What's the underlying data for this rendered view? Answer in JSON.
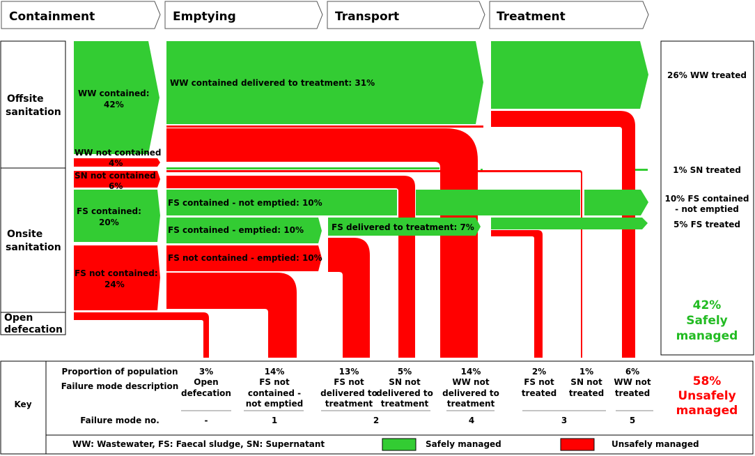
{
  "colors": {
    "safe": "#33cc33",
    "unsafe": "#ff0000",
    "safe_text": "#22bb22"
  },
  "stages": [
    "Containment",
    "Emptying",
    "Transport",
    "Treatment"
  ],
  "categories": {
    "offsite": [
      "Offsite",
      "sanitation"
    ],
    "onsite": [
      "Onsite",
      "sanitation"
    ],
    "open": [
      "Open",
      "defecation"
    ]
  },
  "flows": {
    "ww_contained": [
      "WW contained:",
      "42%"
    ],
    "ww_not_contained": [
      "WW not contained",
      "4%"
    ],
    "sn_not_contained": [
      "SN not contained",
      "6%"
    ],
    "fs_contained": [
      "FS contained:",
      "20%"
    ],
    "fs_not_contained": [
      "FS not contained:",
      "24%"
    ],
    "ww_delivered": "WW contained delivered to treatment: 31%",
    "fs_not_emptied": "FS contained - not emptied: 10%",
    "fs_emptied": "FS contained - emptied: 10%",
    "fs_nc_emptied": "FS not contained - emptied: 10%",
    "fs_delivered": "FS delivered to treatment: 7%"
  },
  "outcomes": {
    "ww_treated": "26% WW treated",
    "sn_treated": "1% SN treated",
    "fs_not_emptied": [
      "10% FS contained",
      "- not emptied"
    ],
    "fs_treated": "5% FS treated",
    "safely": [
      "42%",
      "Safely",
      "managed"
    ],
    "unsafely": [
      "58%",
      "Unsafely",
      "managed"
    ]
  },
  "key": {
    "title": "Key",
    "row1": "Proportion of population",
    "row2": "Failure mode description",
    "row3": "Failure mode no.",
    "columns": [
      {
        "pct": "3%",
        "desc": [
          "Open",
          "defecation"
        ]
      },
      {
        "pct": "14%",
        "desc": [
          "FS not",
          "contained -",
          "not emptied"
        ]
      },
      {
        "pct": "13%",
        "desc": [
          "FS not",
          "delivered to",
          "treatment"
        ]
      },
      {
        "pct": "5%",
        "desc": [
          "SN not",
          "delivered to",
          "treatment"
        ]
      },
      {
        "pct": "14%",
        "desc": [
          "WW not",
          "delivered to",
          "treatment"
        ]
      },
      {
        "pct": "2%",
        "desc": [
          "FS not",
          "treated"
        ]
      },
      {
        "pct": "1%",
        "desc": [
          "SN not",
          "treated"
        ]
      },
      {
        "pct": "6%",
        "desc": [
          "WW not",
          "treated"
        ]
      }
    ],
    "mode_numbers": [
      "-",
      "1",
      "2",
      "4",
      "3",
      "5"
    ],
    "abbrev": "WW: Wastewater, FS: Faecal sludge, SN: Supernatant",
    "legend_safe": "Safely managed",
    "legend_unsafe": "Unsafely managed"
  }
}
